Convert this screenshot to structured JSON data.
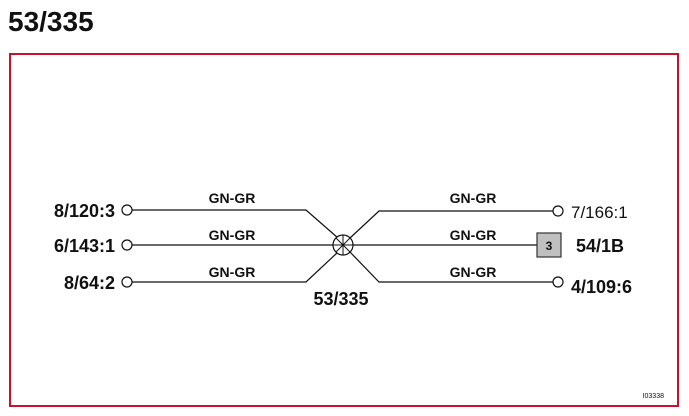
{
  "title": "53/335",
  "splice": {
    "label": "53/335"
  },
  "left_nodes": [
    {
      "label": "8/120:3"
    },
    {
      "label": "6/143:1"
    },
    {
      "label": "8/64:2"
    }
  ],
  "right_nodes": [
    {
      "label": "7/166:1",
      "weight": "normal"
    },
    {
      "label": "54/1B",
      "badge": "3"
    },
    {
      "label": "4/109:6"
    }
  ],
  "wire_labels_left": [
    "GN-GR",
    "GN-GR",
    "GN-GR"
  ],
  "wire_labels_right": [
    "GN-GR",
    "GN-GR",
    "GN-GR"
  ],
  "corner_code": "I03338",
  "colors": {
    "frame": "#c8102e",
    "badge_fill": "#c0c0c0"
  }
}
